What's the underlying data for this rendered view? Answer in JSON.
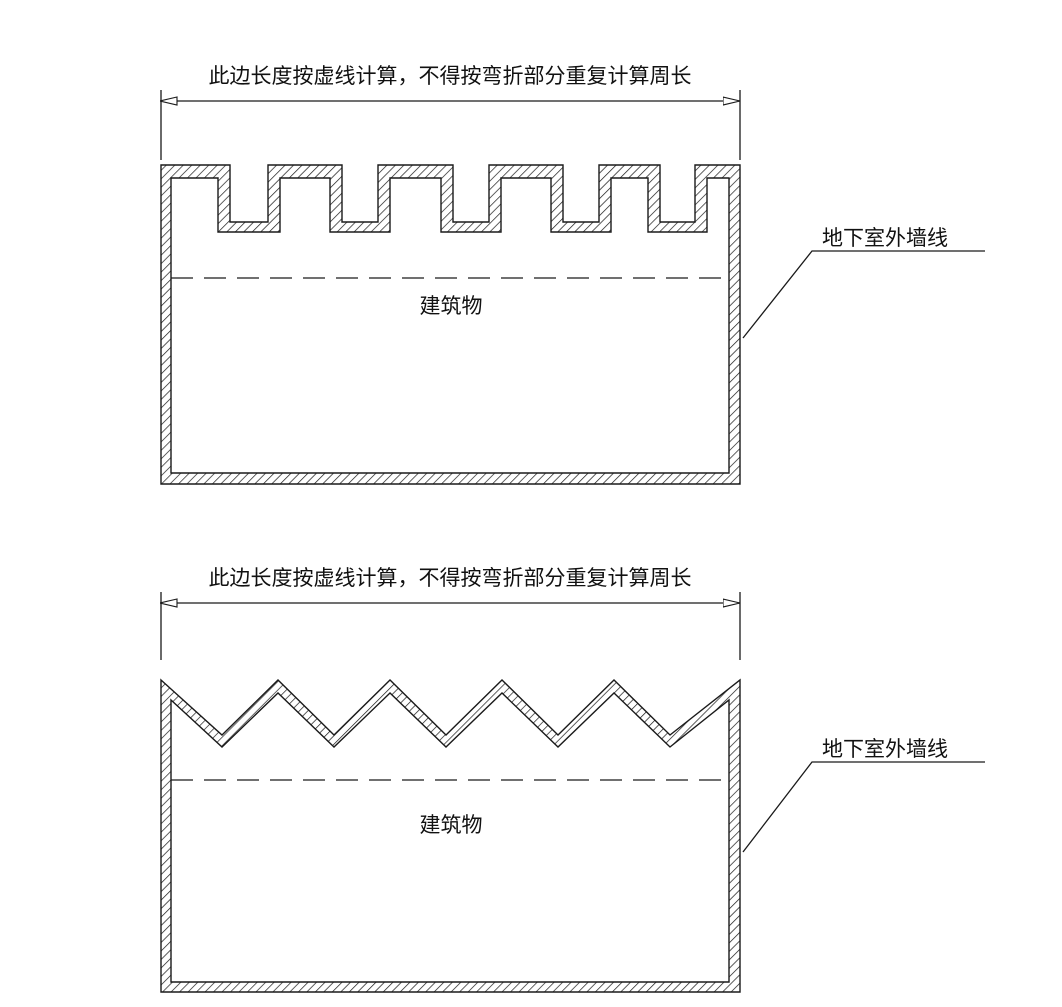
{
  "figures": [
    {
      "id": "rectangular-recess",
      "dimension_label": "此边长度按虚线计算，不得按弯折部分重复计算周长",
      "wall_label": "地下室外墙线",
      "building_label": "建筑物",
      "recess_count": 5
    },
    {
      "id": "zigzag",
      "dimension_label": "此边长度按虚线计算，不得按弯折部分重复计算周长",
      "wall_label": "地下室外墙线",
      "building_label": "建筑物",
      "zigzag_valley_count": 5
    }
  ],
  "colors": {
    "line": "#1a1a1a",
    "background": "#ffffff"
  }
}
